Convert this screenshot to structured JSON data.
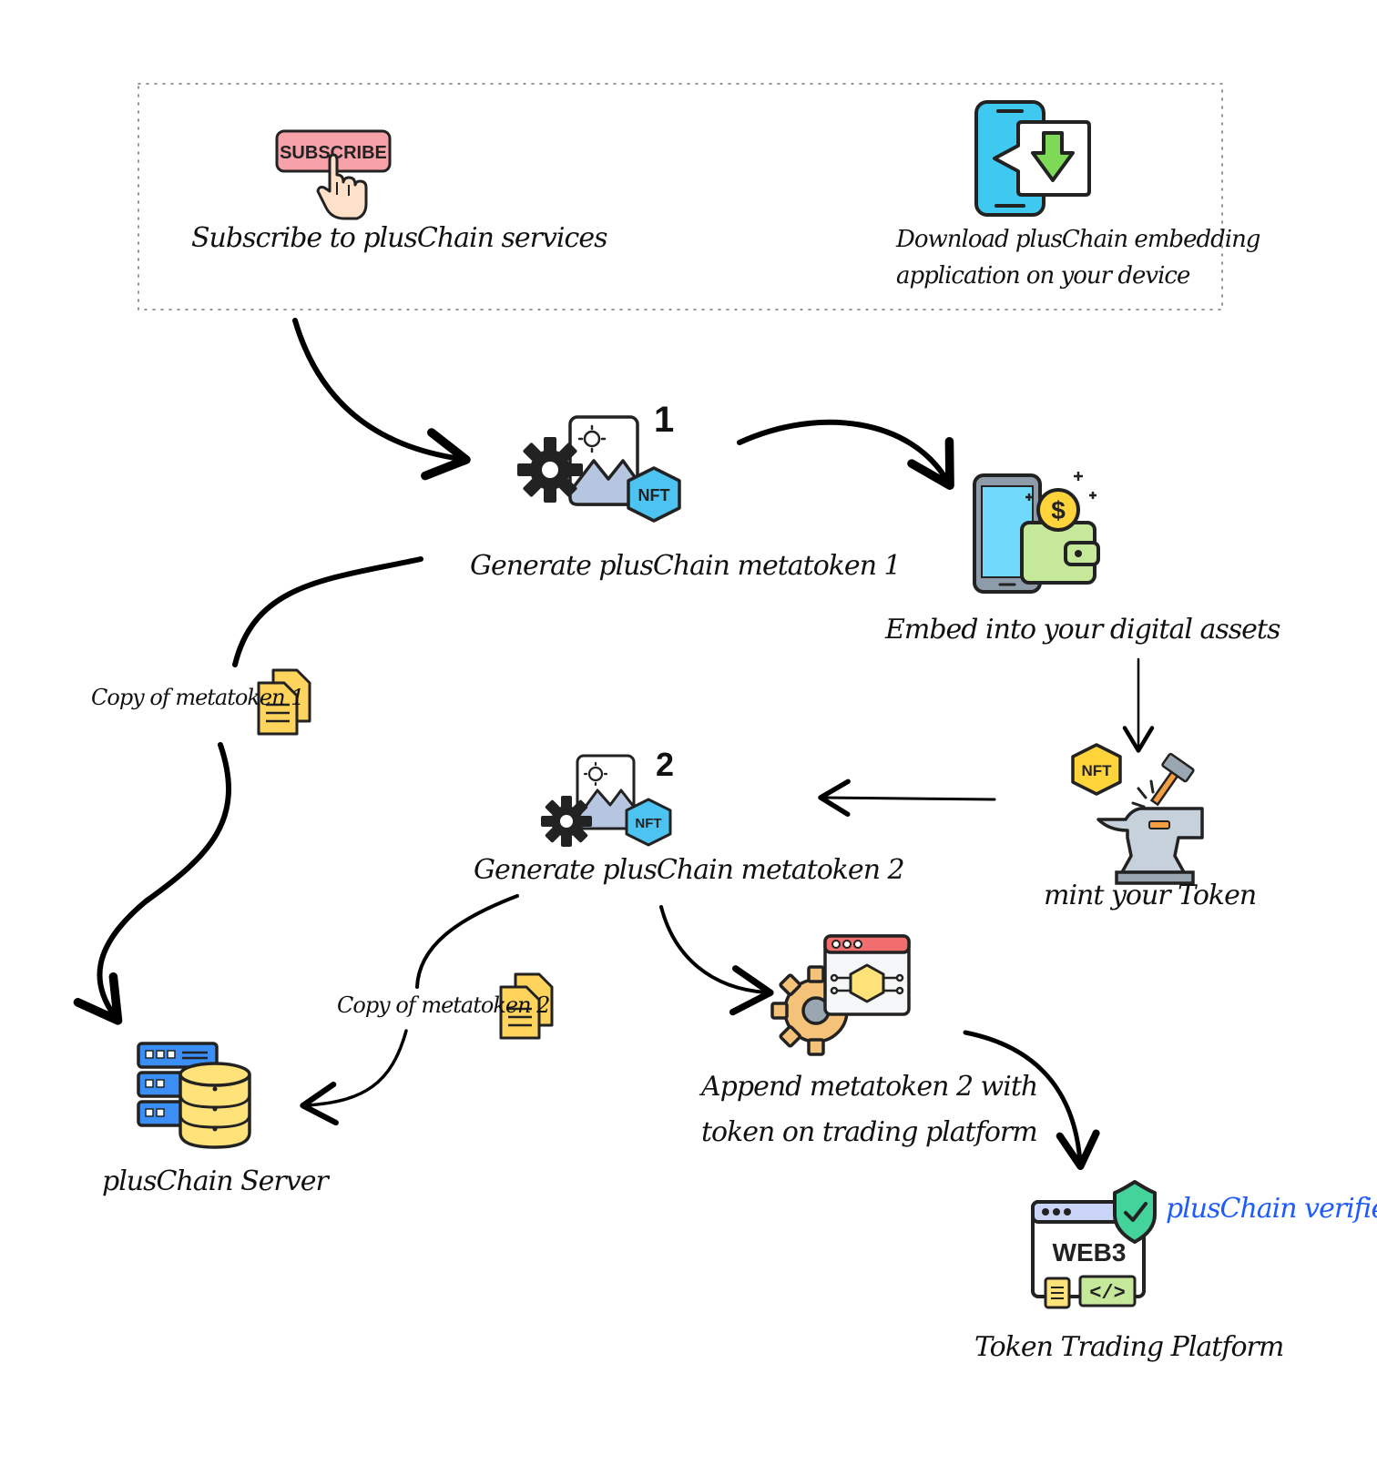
{
  "top_box": {
    "subscribe_button_text": "SUBSCRIBE",
    "subscribe_label": "Subscribe to plusChain services",
    "download_label_line1": "Download plusChain embedding",
    "download_label_line2": "application on your device"
  },
  "nodes": {
    "generate1_label": "Generate plusChain metatoken 1",
    "generate1_step": "1",
    "embed_label": "Embed into your digital assets",
    "mint_label": "mint your Token",
    "generate2_label": "Generate plusChain metatoken 2",
    "generate2_step": "2",
    "copy1_label": "Copy of metatoken 1",
    "copy2_label": "Copy of metatoken 2",
    "server_label": "plusChain Server",
    "append_label_line1": "Append metatoken 2 with",
    "append_label_line2": "token on trading platform",
    "platform_label": "Token Trading Platform",
    "verified_label": "plusChain verified"
  },
  "icons": {
    "nft_badge_text": "NFT",
    "web3_text": "WEB3",
    "code_text": "</>",
    "dollar_text": "$"
  },
  "colors": {
    "subscribe_pink": "#f7a1a8",
    "phone_blue": "#3fc8f0",
    "download_green": "#7ed957",
    "nft_blue": "#4cc3f0",
    "nft_yellow": "#ffd43b",
    "wallet_green": "#c5e89a",
    "server_blue": "#3a8ef6",
    "db_yellow": "#ffe27a",
    "doc_yellow": "#ffd45c",
    "gear_orange": "#f5c27a",
    "shield_green": "#44d39a",
    "verified_blue": "#1e5bff"
  }
}
